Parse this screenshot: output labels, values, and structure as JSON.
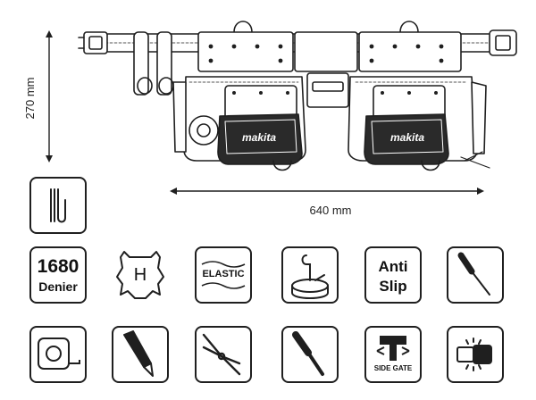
{
  "dimensions": {
    "height_label": "270 mm",
    "width_label": "640 mm"
  },
  "belt": {
    "brand_left": "makita",
    "brand_right": "makita"
  },
  "features": {
    "row1": [
      {
        "icon": "belt-loop-icon"
      },
      {
        "icon": "denier-fabric-icon",
        "line1": "1680",
        "line2": "Denier"
      },
      {
        "icon": "leather-icon",
        "letter": "H"
      },
      {
        "icon": "elastic-icon",
        "text": "ELASTIC"
      },
      {
        "icon": "tape-clip-icon"
      },
      {
        "icon": "anti-slip-icon",
        "line1": "Anti",
        "line2": "Slip"
      },
      {
        "icon": "screwdriver-icon"
      }
    ],
    "row2": [
      {
        "icon": "tape-measure-icon"
      },
      {
        "icon": "utility-knife-icon"
      },
      {
        "icon": "pliers-icon"
      },
      {
        "icon": "chisel-icon"
      },
      {
        "icon": "side-gate-icon",
        "text": "SIDE GATE"
      },
      {
        "icon": "quick-release-buckle-icon"
      }
    ]
  },
  "colors": {
    "line": "#1f1f1f",
    "text": "#222222",
    "background": "#ffffff"
  }
}
